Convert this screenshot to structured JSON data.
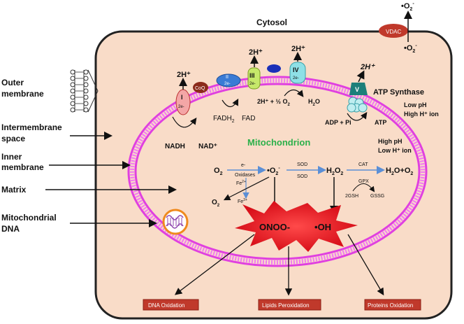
{
  "labels": {
    "cytosol": "Cytosol",
    "outer_membrane": [
      "Outer",
      "membrane"
    ],
    "intermembrane_space": [
      "Intermembrane",
      "space"
    ],
    "inner_membrane": [
      "Inner",
      "membrane"
    ],
    "matrix": "Matrix",
    "mito_dna": [
      "Mitochondrial",
      "DNA"
    ],
    "mitochondrion": "Mitochondrion",
    "vdac": "VDAC",
    "o2_radical_top": "O2-",
    "o2_radical_bottom": "O2-",
    "atp_synthase": "ATP Synthase",
    "low_ph": [
      "Low pH",
      "High H⁺ ion"
    ],
    "high_ph": [
      "High pH",
      "Low H⁺ ion"
    ]
  },
  "etc": {
    "complex_I": "I",
    "complex_II": "II",
    "complex_III": "III",
    "complex_IV": "IV",
    "complex_V": "V",
    "coq": "CoQ",
    "e_label": "2e-",
    "h_I": "2H⁺",
    "h_III": "2H⁺",
    "h_IV": "2H⁺",
    "h_V": "2H⁺",
    "nadh": "NADH",
    "nad": "NAD⁺",
    "fadh2": "FADH2",
    "fad": "FAD",
    "water_left": "2H⁺ + ½ O2",
    "water_right": "H2O",
    "adp": "ADP + Pi",
    "atp": "ATP"
  },
  "ros": {
    "o2": "O2",
    "e_oxidases": [
      "e-",
      "Oxidases"
    ],
    "superoxide": "O2-",
    "fe2": "Fe2+",
    "fe3": "Fe3+",
    "o2_small": "O2",
    "sod_top": "SOD",
    "sod_bottom": "SOD",
    "h2o2": "H2O2",
    "cat": "CAT",
    "h2o_o2": "H2O+O2",
    "gpx": "GPX",
    "gsh": "2GSH",
    "gssg": "GSSG",
    "onoo": "ONOO-",
    "oh": "OH"
  },
  "outcomes": [
    "DNA Oxidation",
    "Lipids Peroxidation",
    "Proteins Oxidation"
  ],
  "colors": {
    "cell_fill": "#f9dcc8",
    "membrane": "#e040e0",
    "outcome_box": "#c0392b",
    "burst": "#e8202a",
    "vdac": "#c0392b",
    "mito_title": "#2bb04a",
    "arrow_blue": "#5b8fd6"
  }
}
